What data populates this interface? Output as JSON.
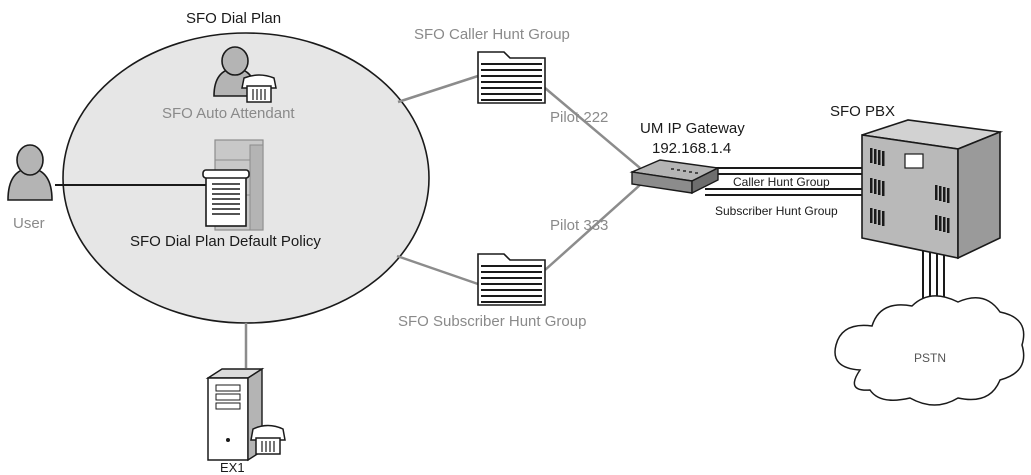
{
  "diagram": {
    "dial_plan_title": "SFO Dial Plan",
    "auto_attendant_label": "SFO Auto Attendant",
    "user_label": "User",
    "policy_label": "SFO Dial Plan Default Policy",
    "caller_hunt_group_label": "SFO Caller Hunt Group",
    "subscriber_hunt_group_label": "SFO Subscriber Hunt Group",
    "pilot_caller": "Pilot 222",
    "pilot_subscriber": "Pilot 333",
    "gateway_label": "UM IP Gateway",
    "gateway_ip": "192.168.1.4",
    "pbx_label": "SFO PBX",
    "caller_link_label": "Caller Hunt Group",
    "subscriber_link_label": "Subscriber Hunt Group",
    "pstn_label": "PSTN",
    "server_label": "EX1"
  },
  "colors": {
    "ellipse_fill": "#e6e6e6",
    "line_grey": "#8c8c8c",
    "icon_grey": "#b4b4b4",
    "dark": "#1a1a1a"
  }
}
